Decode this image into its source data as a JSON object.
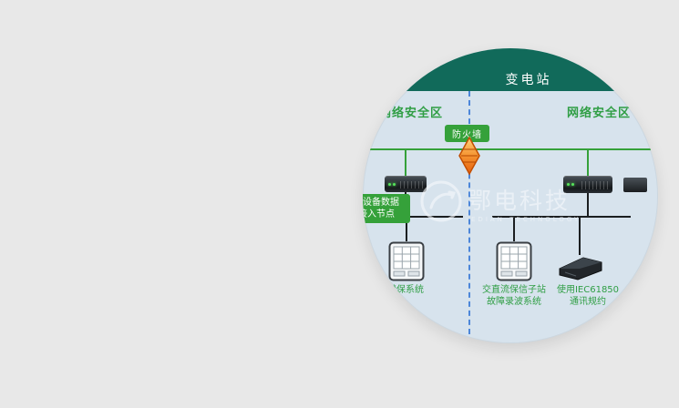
{
  "page": {
    "background_color": "#e8e8e8"
  },
  "diagram": {
    "title": "变电站",
    "zone_left": "网络安全区",
    "zone_right": "网络安全区",
    "firewall_label": "防火墙",
    "access_node": {
      "line1": "主设备数据",
      "line2": "接入节点"
    },
    "labels": {
      "left_system": "继保系统",
      "middle_line1": "交直流保信子站",
      "middle_line2": "故障录波系统",
      "right_line1": "使用IEC61850",
      "right_line2": "通讯规约"
    },
    "watermark": {
      "title": "鄂电科技",
      "subtitle": "EDIAN TECHNOLOGY"
    },
    "colors": {
      "header_teal": "#116a5a",
      "zone_text_green": "#2f9e44",
      "line_green": "#35a13a",
      "divider_blue": "#4c86d9",
      "circle_bg": "#d7e3ed"
    },
    "icons": [
      "firewall-icon",
      "network-switch-icon",
      "relay-device-icon",
      "server-device-icon",
      "watermark-logo-icon"
    ]
  }
}
